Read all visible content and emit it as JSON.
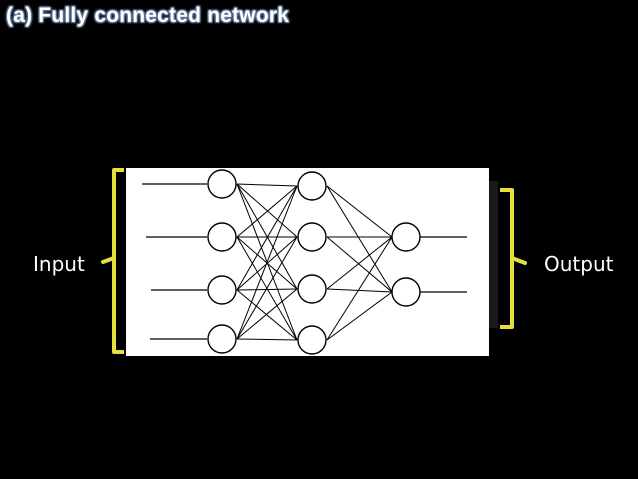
{
  "title": "(a) Fully connected network",
  "labels": {
    "input": "Input",
    "output": "Output"
  },
  "colors": {
    "background": "#000000",
    "panel": "#ffffff",
    "bracket": "#e6e03a",
    "lines": "#000000"
  },
  "network": {
    "layers": [
      4,
      4,
      2
    ],
    "fully_connected": true
  }
}
